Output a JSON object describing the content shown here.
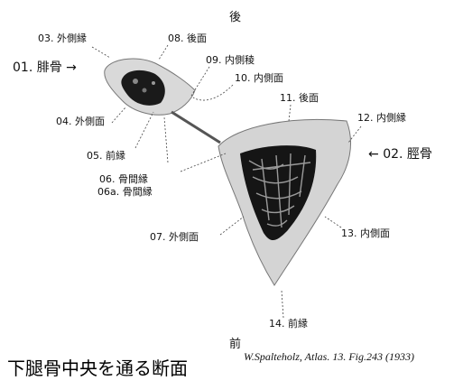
{
  "directions": {
    "top": "後",
    "bottom": "前"
  },
  "bones": {
    "fibula": "01. 腓骨",
    "tibia": "02. 脛骨"
  },
  "labels": {
    "l03": "03. 外側縁",
    "l04": "04. 外側面",
    "l05": "05. 前縁",
    "l06": "06. 骨間縁",
    "l06a": "06a. 骨間縁",
    "l07": "07. 外側面",
    "l08": "08. 後面",
    "l09": "09. 内側稜",
    "l10": "10. 内側面",
    "l11": "11. 後面",
    "l12": "12. 内側縁",
    "l13": "13. 内側面",
    "l14": "14. 前縁"
  },
  "arrows": {
    "right": "→",
    "left": "←"
  },
  "title": "下腿骨中央を通る断面",
  "citation": "W.Spalteholz, Atlas. 13. Fig.243 (1933)"
}
